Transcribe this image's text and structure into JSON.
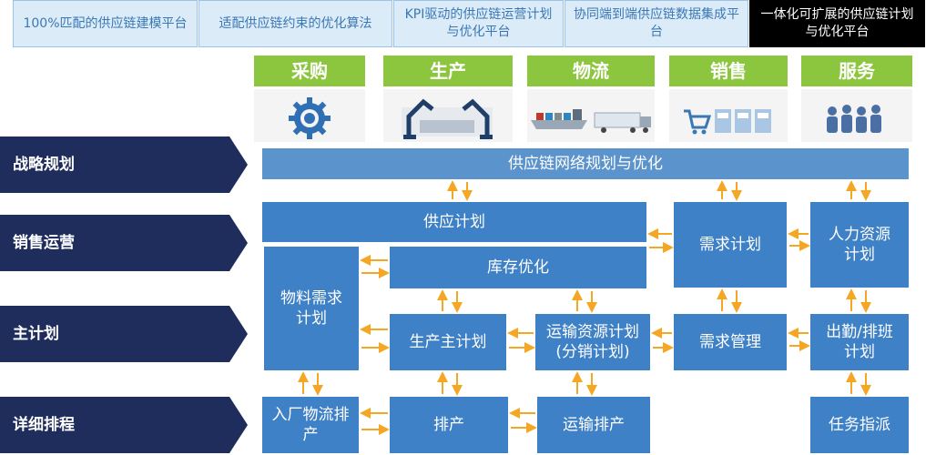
{
  "tabs": [
    "100%匹配的供应链建模平台",
    "适配供应链约束的优化算法",
    "KPI驱动的供应链运营计划与优化平台",
    "协同端到端供应链数据集成平台",
    "一体化可扩展的供应链计划与优化平台"
  ],
  "categories": [
    "采购",
    "生产",
    "物流",
    "销售",
    "服务"
  ],
  "rows": [
    "战略规划",
    "销售运营",
    "主计划",
    "详细排程"
  ],
  "boxes": {
    "network": "供应链网络规划与优化",
    "supply_plan": "供应计划",
    "inventory": "库存优化",
    "material_req": "物料需求计划",
    "demand_plan": "需求计划",
    "hr_plan": "人力资源计划",
    "mps": "生产主计划",
    "transport_plan": "运输资源计划(分销计划)",
    "demand_mgmt": "需求管理",
    "attendance": "出勤/排班计划",
    "inbound": "入厂物流排产",
    "scheduling": "排产",
    "transport_sched": "运输排产",
    "task": "任务指派"
  },
  "icons": [
    "gear-icon",
    "robot-arm-icon",
    "ship-truck-icon",
    "shopping-cart-store-icon",
    "people-icon"
  ],
  "colors": {
    "accent_green": "#8cc63f",
    "box_blue": "#3f81c6",
    "row_navy": "#1f2d5c",
    "arrow": "#f5a623"
  }
}
